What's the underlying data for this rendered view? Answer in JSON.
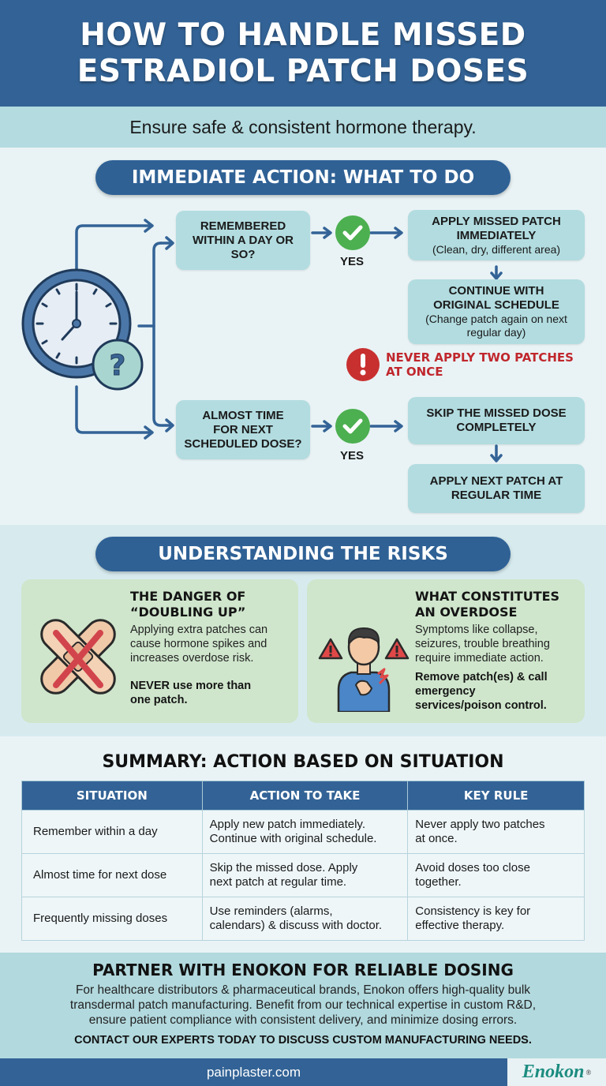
{
  "header": {
    "title_line1": "HOW TO HANDLE MISSED",
    "title_line2": "ESTRADIOL PATCH DOSES",
    "subtitle": "Ensure safe & consistent hormone therapy."
  },
  "immediate_action": {
    "title": "IMMEDIATE ACTION: WHAT TO DO",
    "branch1": {
      "question_lines": [
        "REMEMBERED",
        "WITHIN A DAY OR",
        "SO?"
      ],
      "answer": "YES",
      "step1_title_lines": [
        "APPLY MISSED PATCH",
        "IMMEDIATELY"
      ],
      "step1_note": "(Clean, dry, different area)",
      "step2_title_lines": [
        "CONTINUE WITH",
        "ORIGINAL SCHEDULE"
      ],
      "step2_note_lines": [
        "(Change patch again on next",
        "regular day)"
      ],
      "warning_lines": [
        "NEVER APPLY TWO PATCHES",
        "AT ONCE"
      ]
    },
    "branch2": {
      "question_lines": [
        "ALMOST TIME",
        "FOR NEXT",
        "SCHEDULED DOSE?"
      ],
      "answer": "YES",
      "step1_title_lines": [
        "SKIP THE MISSED DOSE",
        "COMPLETELY"
      ],
      "step2_title_lines": [
        "APPLY NEXT PATCH AT",
        "REGULAR TIME"
      ]
    },
    "icons": {
      "clock": "clock-question-icon",
      "check": "check-circle-icon",
      "warning": "exclamation-circle-icon"
    }
  },
  "risks": {
    "title": "UNDERSTANDING THE RISKS",
    "card1": {
      "title_lines": [
        "THE DANGER OF",
        "“DOUBLING UP”"
      ],
      "body_lines": [
        "Applying extra patches can",
        "cause hormone spikes and",
        "increases overdose risk."
      ],
      "strong_lines": [
        "NEVER use more than",
        "one patch."
      ],
      "icon": "crossed-patches-icon"
    },
    "card2": {
      "title_lines": [
        "WHAT CONSTITUTES",
        "AN OVERDOSE"
      ],
      "body_lines": [
        "Symptoms like collapse,",
        "seizures, trouble breathing",
        "require immediate action."
      ],
      "strong_lines": [
        "Remove patch(es) & call",
        "emergency",
        "services/poison control."
      ],
      "icon": "person-chest-pain-icon"
    }
  },
  "summary": {
    "title": "SUMMARY: ACTION BASED ON SITUATION",
    "columns": [
      "SITUATION",
      "ACTION TO TAKE",
      "KEY RULE"
    ],
    "rows": [
      {
        "situation": "Remember within a day",
        "action_lines": [
          "Apply new patch immediately.",
          "Continue with original schedule."
        ],
        "rule_lines": [
          "Never apply two patches",
          "at once."
        ]
      },
      {
        "situation": "Almost time for next dose",
        "action_lines": [
          "Skip the missed dose. Apply",
          "next patch at regular time."
        ],
        "rule_lines": [
          "Avoid doses too close",
          "together."
        ]
      },
      {
        "situation": "Frequently missing doses",
        "action_lines": [
          "Use reminders (alarms,",
          "calendars) & discuss with doctor."
        ],
        "rule_lines": [
          "Consistency is key for",
          "effective therapy."
        ]
      }
    ]
  },
  "partner": {
    "title": "PARTNER WITH ENOKON FOR RELIABLE DOSING",
    "body_lines": [
      "For healthcare distributors & pharmaceutical brands, Enokon offers high-quality bulk",
      "transdermal patch manufacturing. Benefit from our technical expertise in custom R&D,",
      "ensure patient compliance with consistent delivery, and minimize dosing errors."
    ],
    "cta": "CONTACT OUR EXPERTS TODAY TO DISCUSS CUSTOM MANUFACTURING NEEDS."
  },
  "footer": {
    "website": "painplaster.com",
    "brand": "Enokon",
    "registered": "®"
  },
  "colors": {
    "primary_blue": "#336396",
    "teal_light": "#b2dce0",
    "green_card": "#cfe6cc",
    "check_green": "#4caf50",
    "warning_red": "#c0272d",
    "brand_teal": "#1c8c80"
  }
}
